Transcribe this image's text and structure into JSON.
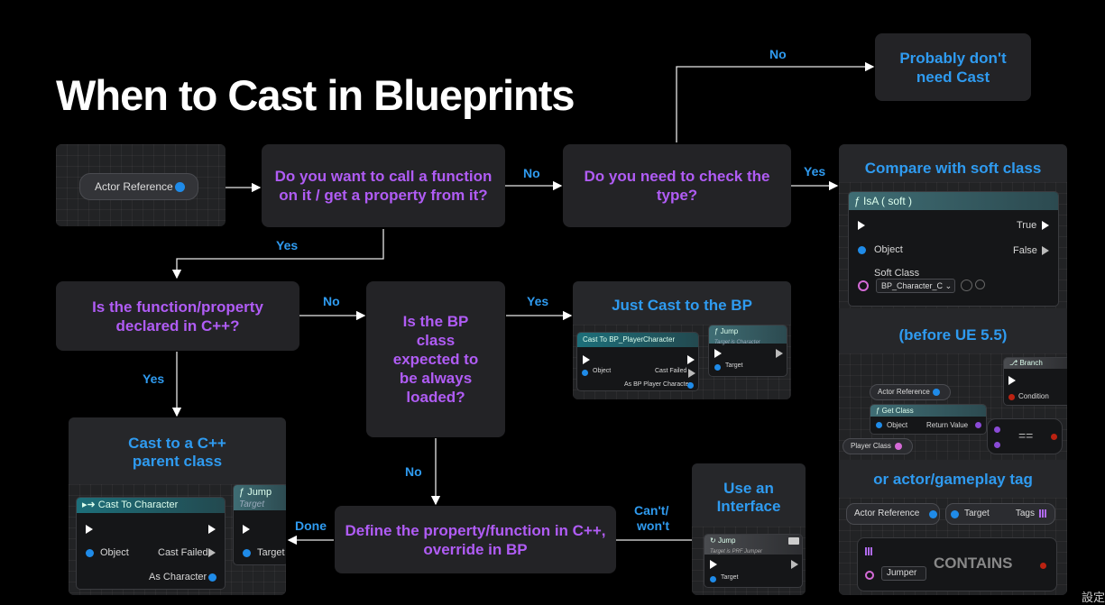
{
  "title": "When to Cast in Blueprints",
  "start_node": {
    "label": "Actor Reference"
  },
  "q_call": "Do you want to call a function on it / get a property from it?",
  "q_type": "Do you need to check the type?",
  "q_declared": "Is the function/property declared in C++?",
  "q_loaded": "Is the BP class expected to be always loaded?",
  "q_define": "Define the property/function in C++, override in BP",
  "r_no_cast": "Probably don't need Cast",
  "edge_labels": {
    "no": "No",
    "yes": "Yes",
    "done": "Done",
    "cant": "Can't/",
    "wont": "won't"
  },
  "panel_bp": {
    "title": "Just Cast to the BP",
    "cast_node": "Cast To BP_PlayerCharacter",
    "object": "Object",
    "cast_failed": "Cast Failed",
    "as_bp": "As BP Player Character",
    "jump": "Jump",
    "jump_target_sub": "Target is Character",
    "target": "Target"
  },
  "panel_cpp": {
    "title_line1": "Cast to a C++",
    "title_line2": "parent class",
    "cast_node": "Cast To Character",
    "object": "Object",
    "cast_failed": "Cast Failed",
    "as_character": "As Character",
    "jump": "Jump",
    "jump_sub": "Target",
    "target": "Target"
  },
  "panel_interface": {
    "title_line1": "Use an",
    "title_line2": "Interface",
    "jump": "Jump",
    "jump_sub": "Target is PRF Jumper",
    "target": "Target"
  },
  "panel_soft": {
    "title": "Compare with soft class",
    "isa_node": "IsA ( soft )",
    "true_lbl": "True",
    "object": "Object",
    "false_lbl": "False",
    "soft_class": "Soft Class",
    "soft_class_value": "BP_Character_C",
    "before": "(before UE 5.5)",
    "branch": "Branch",
    "condition": "Condition",
    "actor_ref": "Actor Reference",
    "get_class": "Get Class",
    "get_object": "Object",
    "return_value": "Return Value",
    "player_class": "Player Class",
    "equals": "==",
    "or_tag": "or actor/gameplay tag",
    "tag_actor_ref": "Actor Reference",
    "tag_target": "Target",
    "tags": "Tags",
    "contains": "CONTAINS",
    "jumper": "Jumper"
  },
  "corner_text": "設定",
  "colors": {
    "question": "#b05cf5",
    "answer": "#2f9bf0",
    "pin_blue": "#1f8be8",
    "pin_pink": "#d46ad6"
  }
}
